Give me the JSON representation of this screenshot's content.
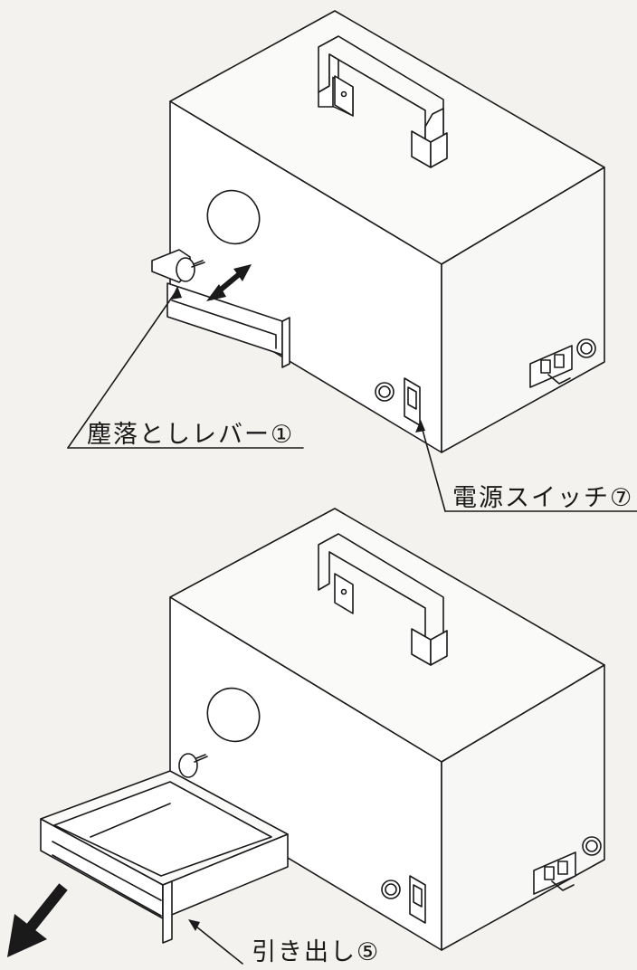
{
  "labels": {
    "dust_lever": "塵落としレバー①",
    "power_switch": "電源スイッチ⑦",
    "drawer": "引き出し⑤"
  },
  "icons": {
    "move_arrow": "double-headed-arrow-icon",
    "pull_arrow": "pull-out-arrow-icon"
  },
  "colors": {
    "line": "#1a1a1a",
    "paper": "#f3f2ee"
  }
}
